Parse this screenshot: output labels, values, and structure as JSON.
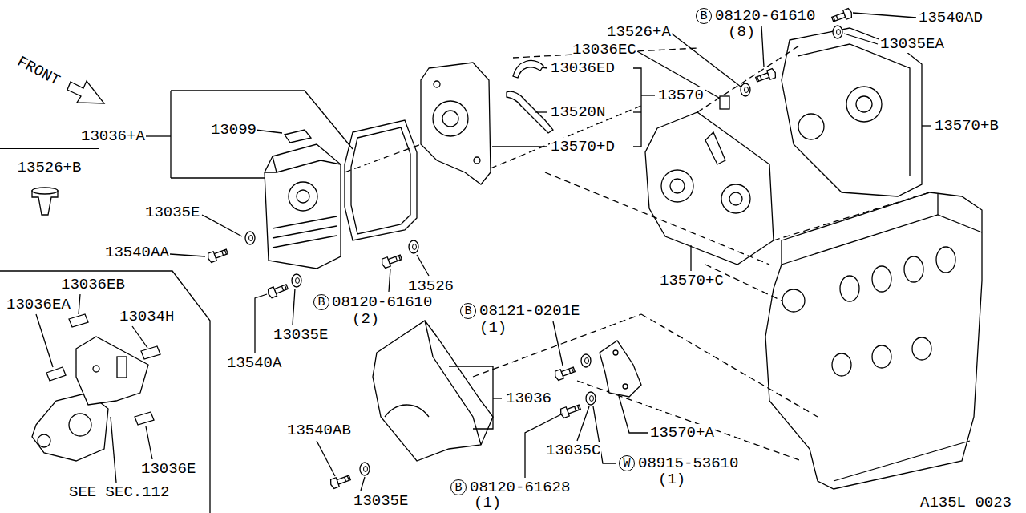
{
  "diagram": {
    "nodes": [
      {
        "text": [
          "13526+B"
        ]
      }
    ],
    "edges": [],
    "labels": [
      "FRONT",
      "13036+A",
      "13099",
      "13035E",
      "13540AA",
      "13540A",
      "13035E",
      "B",
      "08120-61610",
      "(2)",
      "13526",
      "13036ED",
      "13520N",
      "13570+D",
      "13570",
      "13526+A",
      "13036EC",
      "B",
      "08120-61610",
      "(8)",
      "13540AD",
      "13035EA",
      "13570+B",
      "13570+C",
      "13036EB",
      "13036EA",
      "13034H",
      "13036E",
      "SEE SEC.112",
      "B",
      "08121-0201E",
      "(1)",
      "13036",
      "13540AB",
      "13035C",
      "13570+A",
      "W",
      "08915-53610",
      "(1)",
      "B",
      "08120-61628",
      "(1)",
      "13035E",
      "A135L 0023"
    ]
  }
}
